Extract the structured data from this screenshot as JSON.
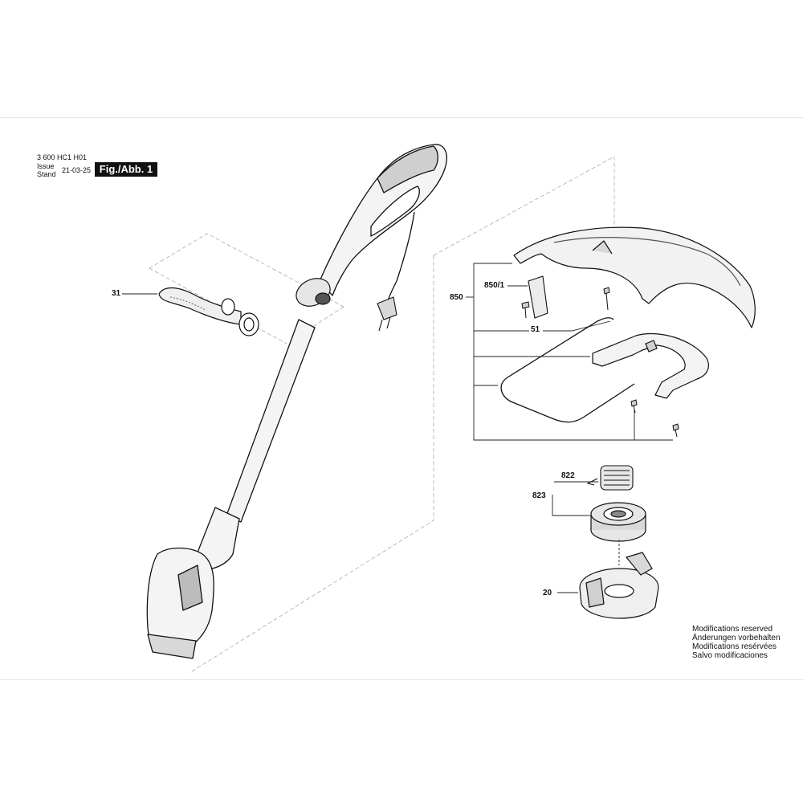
{
  "header": {
    "drawing_number": "3 600 HC1 H01",
    "issue_label": "Issue",
    "stand_label": "Stand",
    "date": "21-03-25",
    "figure_label": "Fig./Abb. 1"
  },
  "callouts": {
    "c31": "31",
    "c850": "850",
    "c850_1": "850/1",
    "c51": "51",
    "c822": "822",
    "c823": "823",
    "c20": "20"
  },
  "notes": [
    "Modifications reserved",
    "Änderungen vorbehalten",
    "Modifications resérvées",
    "Salvo modificaciones"
  ]
}
